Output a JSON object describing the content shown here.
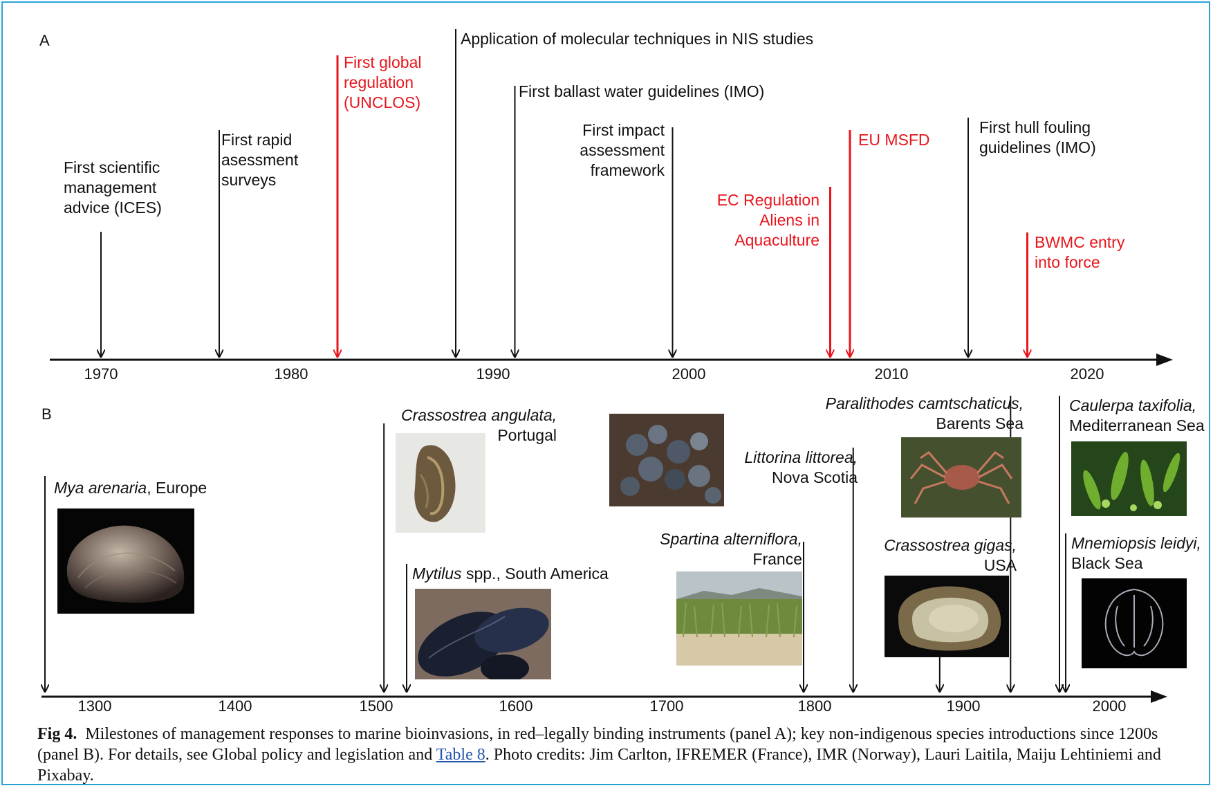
{
  "panel_a": {
    "letter": "A",
    "ticks": [
      "1970",
      "1980",
      "1990",
      "2000",
      "2010",
      "2020"
    ],
    "events": [
      {
        "year": 1970,
        "lines": [
          "First scientific",
          "management",
          "advice (ICES)"
        ],
        "binding": false
      },
      {
        "year": 1976,
        "lines": [
          "First rapid",
          "asessment",
          "surveys"
        ],
        "binding": false
      },
      {
        "year": 1982,
        "lines": [
          "First global",
          "regulation",
          "(UNCLOS)"
        ],
        "binding": true
      },
      {
        "year": 1988,
        "lines": [
          "Application of molecular techniques in NIS studies"
        ],
        "binding": false
      },
      {
        "year": 1991,
        "lines": [
          "First ballast water guidelines (IMO)"
        ],
        "binding": false
      },
      {
        "year": 1999,
        "lines": [
          "First impact",
          "assessment",
          "framework"
        ],
        "binding": false
      },
      {
        "year": 2007,
        "lines": [
          "EC Regulation",
          "Aliens in",
          "Aquaculture"
        ],
        "binding": true
      },
      {
        "year": 2008,
        "lines": [
          "EU MSFD"
        ],
        "binding": true
      },
      {
        "year": 2014,
        "lines": [
          "First hull fouling",
          "guidelines (IMO)"
        ],
        "binding": false
      },
      {
        "year": 2017,
        "lines": [
          "BWMC entry",
          "into force"
        ],
        "binding": true
      }
    ]
  },
  "panel_b": {
    "letter": "B",
    "ticks": [
      "1300",
      "1400",
      "1500",
      "1600",
      "1700",
      "1800",
      "1900",
      "2000"
    ],
    "events": [
      {
        "year": 1200,
        "species": "Mya arenaria",
        "region": "Europe"
      },
      {
        "year": 1504,
        "species": "Crassostrea angulata,",
        "region": "Portugal"
      },
      {
        "year": 1520,
        "species": "Mytilus",
        "species_suffix": "spp.",
        "region": "South America"
      },
      {
        "year": 1800,
        "species": "Spartina alterniflora,",
        "region": "France"
      },
      {
        "year": 1835,
        "species": "Littorina  littorea,",
        "region": "Nova Scotia"
      },
      {
        "year": 1896,
        "species": "Crassostrea gigas,",
        "region": "USA"
      },
      {
        "year": 1946,
        "species": "Paralithodes camtschaticus,",
        "region": "Barents Sea"
      },
      {
        "year": 1967,
        "species": "Caulerpa taxifolia,",
        "region": "Mediterranean Sea"
      },
      {
        "year": 1970,
        "species": "Mnemiopsis leidyi,",
        "region": "Black Sea"
      }
    ]
  },
  "caption": {
    "label": "Fig 4.",
    "text_before_link": "Milestones of management responses to marine bioinvasions, in red–legally binding instruments (panel A); key non-indigenous species introductions since 1200s (panel B). For details, see Global policy and legislation and",
    "link_text": "Table 8",
    "text_after_link": ". Photo credits: Jim Carlton, IFREMER (France), IMR (Norway), Lauri Laitila, Maiju Lehtiniemi and Pixabay."
  },
  "colors": {
    "binding": "#e8141b",
    "nonbinding": "#111111",
    "frame": "#29a3d6"
  }
}
